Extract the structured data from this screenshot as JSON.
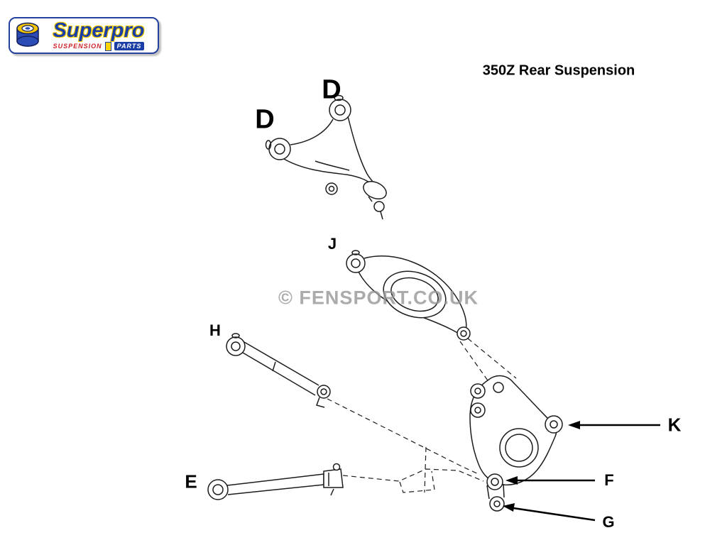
{
  "logo": {
    "brand": "Superpro",
    "tagline_left": "Suspension",
    "tagline_right": "Parts"
  },
  "title": "350Z Rear Suspension",
  "watermark": "© FENSPORT.CO.UK",
  "callouts": {
    "d_left": "D",
    "d_right": "D",
    "j": "J",
    "h": "H",
    "e": "E",
    "k": "K",
    "f": "F",
    "g": "G"
  },
  "colors": {
    "line": "#1c1c1c",
    "label": "#000000",
    "watermark": "#969696",
    "logo_blue": "#1b3ea6",
    "logo_yellow": "#ffd400",
    "logo_red": "#cc2229"
  }
}
